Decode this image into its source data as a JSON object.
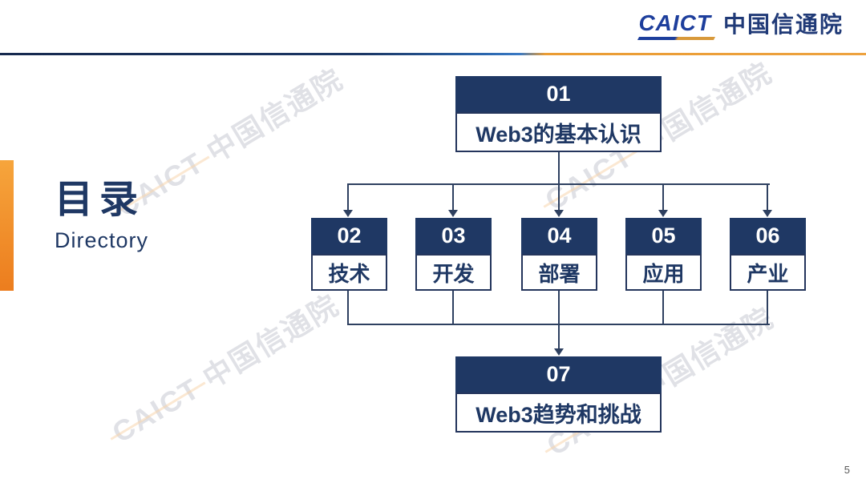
{
  "header": {
    "logo_caict": "CAICT",
    "logo_cn": "中国信通院"
  },
  "title": {
    "cn": "目录",
    "en": "Directory"
  },
  "diagram": {
    "type": "flowchart",
    "nodes": [
      {
        "number": "01",
        "label": "Web3的基本认识"
      },
      {
        "number": "02",
        "label": "技术"
      },
      {
        "number": "03",
        "label": "开发"
      },
      {
        "number": "04",
        "label": "部署"
      },
      {
        "number": "05",
        "label": "应用"
      },
      {
        "number": "06",
        "label": "产业"
      },
      {
        "number": "07",
        "label": "Web3趋势和挑战"
      }
    ],
    "edges": [
      [
        "01",
        "02"
      ],
      [
        "01",
        "03"
      ],
      [
        "01",
        "04"
      ],
      [
        "01",
        "05"
      ],
      [
        "01",
        "06"
      ],
      [
        "02",
        "07"
      ],
      [
        "03",
        "07"
      ],
      [
        "04",
        "07"
      ],
      [
        "05",
        "07"
      ],
      [
        "06",
        "07"
      ]
    ]
  },
  "watermark": {
    "text": "CAICT 中国信通院"
  },
  "footer": {
    "page_number": "5"
  },
  "colors": {
    "node_header_navy": "#1f3864",
    "node_border": "#24355c",
    "connector": "#2e4060",
    "accent_orange": "#ee7d1e",
    "logo_blue": "#1d3e9c",
    "rule_blue": "#2a66ae",
    "rule_gold": "#eda23f",
    "watermark_gray": "#c7cad3"
  }
}
